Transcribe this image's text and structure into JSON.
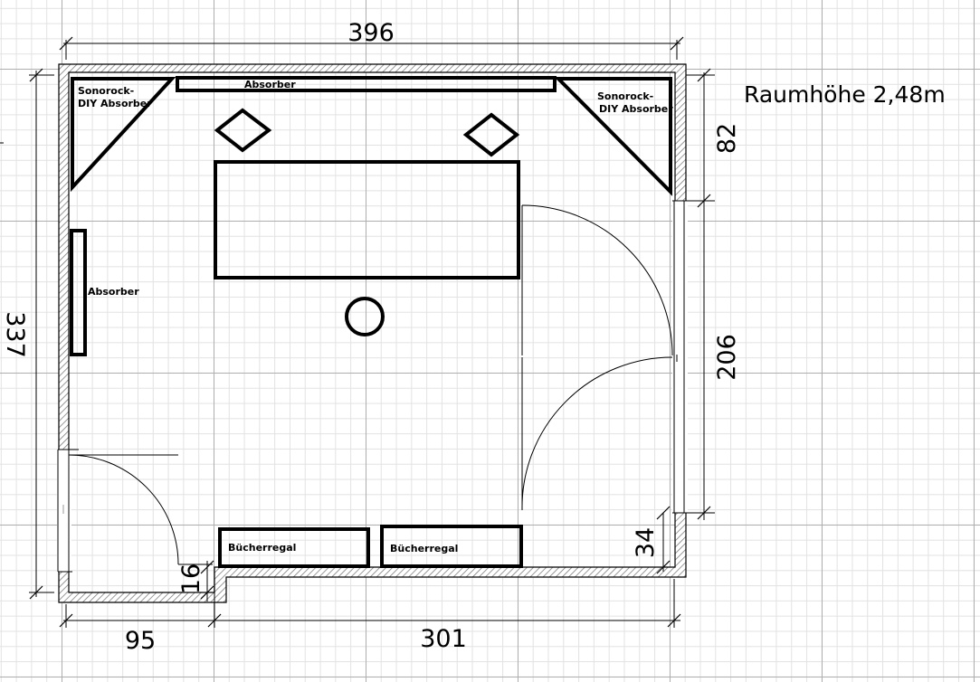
{
  "room": {
    "height_label": "Raumhöhe 2,48m"
  },
  "dimensions": {
    "top_width": "396",
    "left_height": "337",
    "right_upper": "82",
    "right_door": "206",
    "right_lower": "34",
    "bottom_left": "95",
    "bottom_right": "301",
    "notch_depth": "16"
  },
  "labels": {
    "corner_absorber_left_line1": "Sonorock-",
    "corner_absorber_left_line2": "DIY Absorber",
    "corner_absorber_right_line1": "Sonorock-",
    "corner_absorber_right_line2": "DIY Absorber",
    "top_absorber": "Absorber",
    "left_absorber": "Absorber",
    "bookshelf_left": "Bücherregal",
    "bookshelf_right": "Bücherregal"
  }
}
